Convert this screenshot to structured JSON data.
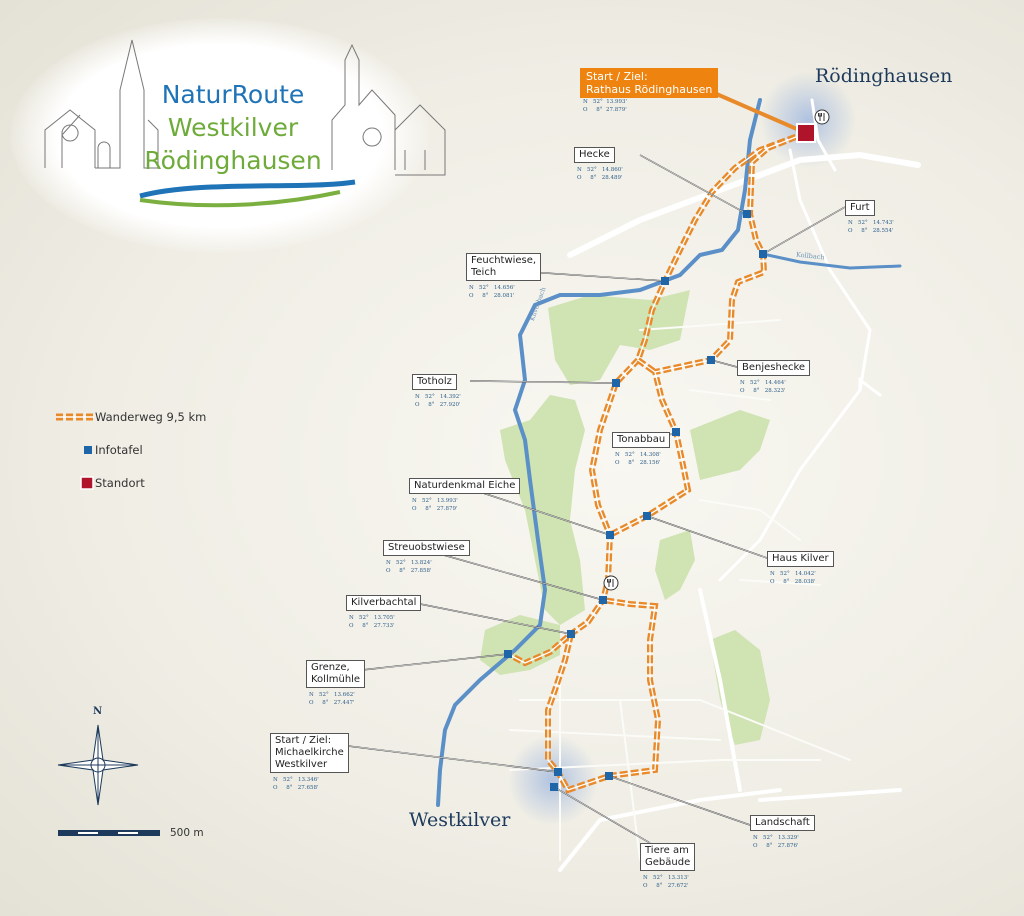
{
  "logo": {
    "line1": "NaturRoute",
    "line2": "Westkilver",
    "line3": "Rödinghausen"
  },
  "towns": {
    "north": "Rödinghausen",
    "south": "Westkilver"
  },
  "streams": {
    "kilverbach": "Kilverbach",
    "kollbach": "Kollbach"
  },
  "legend": {
    "route": "Wanderweg 9,5 km",
    "info": "Infotafel",
    "location": "Standort"
  },
  "scale": {
    "label": "500 m"
  },
  "compass": {
    "north": "N"
  },
  "colors": {
    "route": "#e8892a",
    "info": "#1e66a8",
    "location": "#b0142a",
    "forest": "#cfe3b3",
    "river": "#5b8fc7"
  },
  "stations": [
    {
      "name": "Start / Ziel:\nRathaus Rödinghausen",
      "coords": "N   52°  13.993'\nO     8°  27.879'",
      "type": "start"
    },
    {
      "name": "Hecke",
      "coords": "N   52°   14.860'\nO     8°   28.489'"
    },
    {
      "name": "Furt",
      "coords": "N   52°   14.743'\nO     8°   28.554'"
    },
    {
      "name": "Feuchtwiese,\nTeich",
      "coords": "N   52°   14.656'\nO     8°   28.081'"
    },
    {
      "name": "Benjeshecke",
      "coords": "N   52°   14.464'\nO     8°   28.323'"
    },
    {
      "name": "Totholz",
      "coords": "N   52°   14.392'\nO     8°   27.920'"
    },
    {
      "name": "Tonabbau",
      "coords": "N   52°   14.308'\nO     8°   28.156'"
    },
    {
      "name": "Naturdenkmal Eiche",
      "coords": "N   52°   13.993'\nO     8°   27.879'"
    },
    {
      "name": "Haus Kilver",
      "coords": "N   52°   14.042'\nO     8°   28.038'"
    },
    {
      "name": "Streuobstwiese",
      "coords": "N   52°   13.824'\nO     8°   27.858'"
    },
    {
      "name": "Kilverbachtal",
      "coords": "N   52°   13.705'\nO     8°   27.733'"
    },
    {
      "name": "Grenze,\nKollmühle",
      "coords": "N   52°   13.662'\nO     8°   27.447'"
    },
    {
      "name": "Start / Ziel:\nMichaelkirche\nWestkilver",
      "coords": "N   52°   13.346'\nO     8°   27.658'"
    },
    {
      "name": "Tiere am\nGebäude",
      "coords": "N   52°   13.313'\nO     8°   27.672'"
    },
    {
      "name": "Landschaft",
      "coords": "N   52°   13.329'\nO     8°   27.876'"
    }
  ]
}
